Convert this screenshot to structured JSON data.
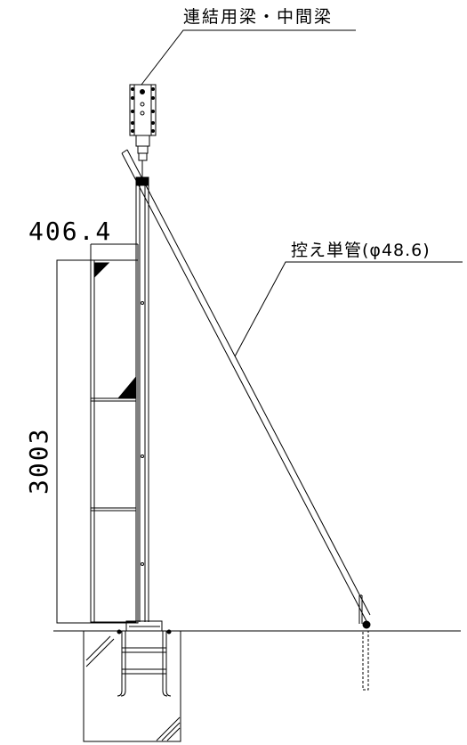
{
  "labels": {
    "connecting_beam": "連結用梁・中間梁",
    "brace_pipe": "控え単管(φ48.6)",
    "dimension_width": "406.4",
    "dimension_height": "3003"
  }
}
